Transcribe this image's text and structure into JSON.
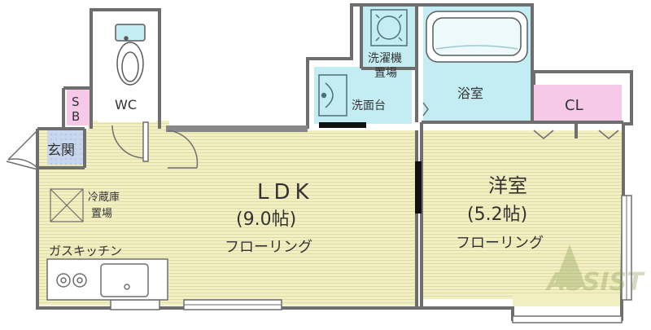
{
  "rooms": {
    "ldk": {
      "name": "LDK",
      "size": "(9.0帖)",
      "floor": "フローリング"
    },
    "western": {
      "name": "洋室",
      "size": "(5.2帖)",
      "floor": "フローリング"
    },
    "toilet": "WC",
    "entrance": "玄関",
    "shoe_box": "S\nB",
    "bath": "浴室",
    "closet": "CL",
    "washbasin": "洗面台",
    "washer": "洗濯機\n置場",
    "fridge": "冷蔵庫\n置場",
    "kitchen": "ガスキッチン"
  },
  "watermark": "ASSIST",
  "colors": {
    "floor": "#f2f0c2",
    "wet_area": "#c3ecf3",
    "closet": "#f6c9e8",
    "entrance_tile": "#c9d7ee",
    "wall": "#6e6e6e"
  }
}
